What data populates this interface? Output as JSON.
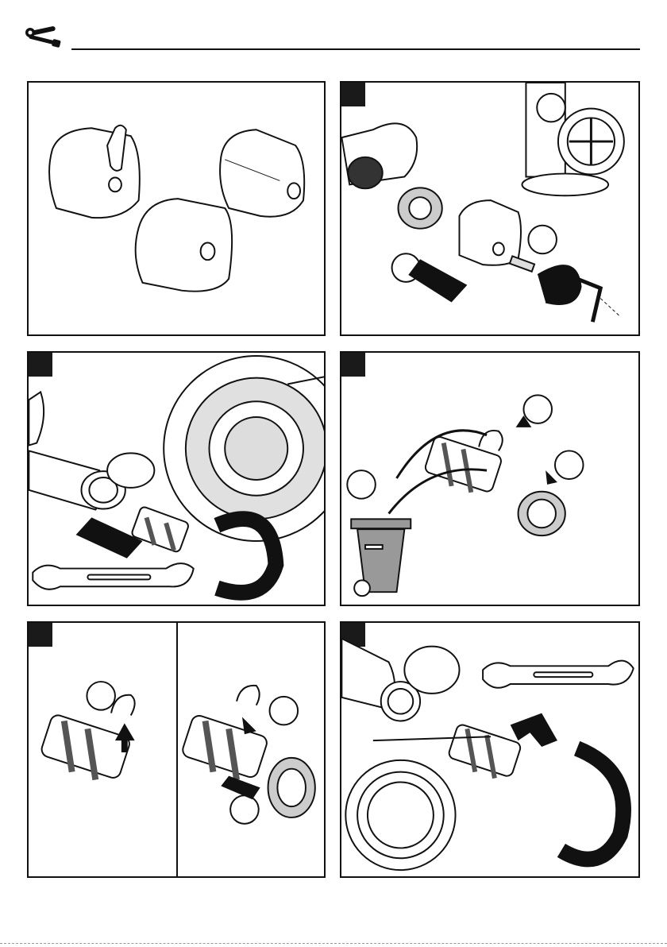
{
  "header": {
    "tools_icon": "wrench-screwdriver-icon"
  },
  "colors": {
    "ink": "#111111",
    "gray": "#b3b3b3",
    "light_gray": "#d6d6d6",
    "dark_band": "#555555"
  },
  "panels": [
    {
      "id": "handles-overview",
      "step_tab": false
    },
    {
      "id": "remove-handle",
      "step_tab": true
    },
    {
      "id": "unscrew-cartridge",
      "step_tab": true
    },
    {
      "id": "dispose-parts",
      "step_tab": true
    },
    {
      "id": "replace-clip",
      "step_tab": true
    },
    {
      "id": "install-cartridge",
      "step_tab": true
    }
  ]
}
